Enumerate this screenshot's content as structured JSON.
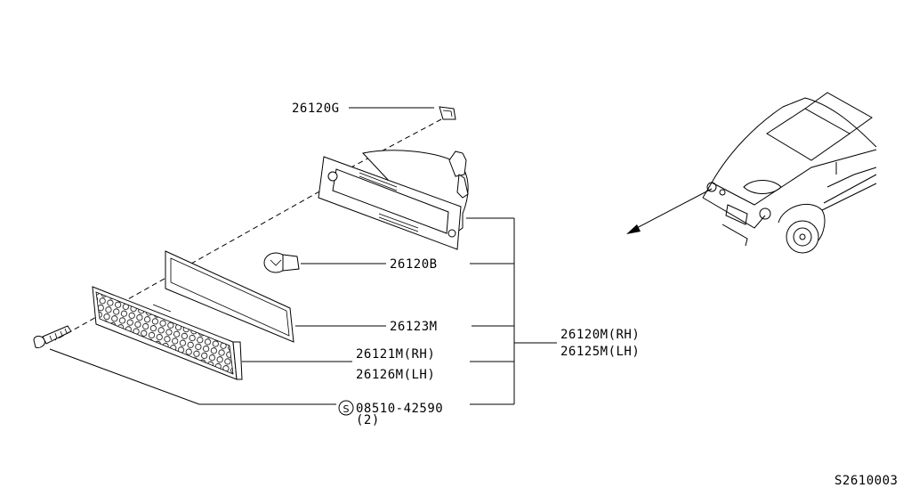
{
  "diagram": {
    "drawing_number": "S2610003",
    "callouts": {
      "clip": "26120G",
      "bulb": "26120B",
      "gasket": "26123M",
      "lens_rh": "26121M(RH)",
      "lens_lh": "26126M(LH)",
      "screw_symbol": "S",
      "screw": "08510-42590",
      "screw_qty": "(2)",
      "assembly_rh": "26120M(RH)",
      "assembly_lh": "26125M(LH)"
    }
  }
}
